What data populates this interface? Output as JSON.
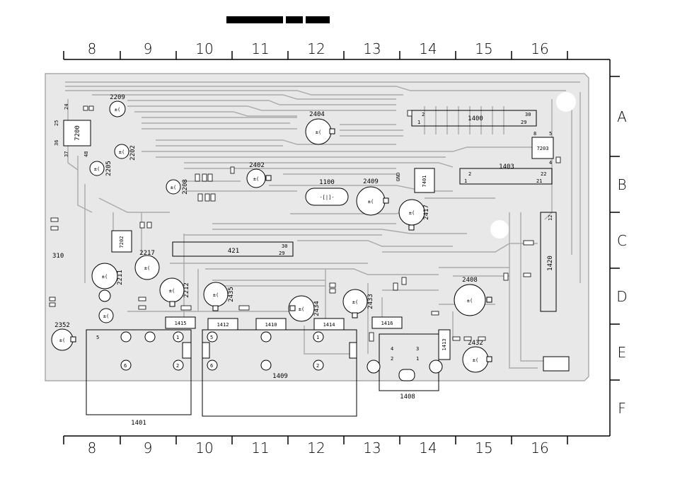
{
  "header_bars": [
    "",
    "",
    ""
  ],
  "grid": {
    "columns": [
      "8",
      "9",
      "10",
      "11",
      "12",
      "13",
      "14",
      "15",
      "16"
    ],
    "rows": [
      "A",
      "B",
      "C",
      "D",
      "E",
      "F"
    ]
  },
  "components": {
    "c2209": "2209",
    "c2202": "2202",
    "c2205": "2205",
    "c7200": "7200",
    "c2404": "2404",
    "c2402": "2402",
    "c2409": "2409",
    "c1100": "1100",
    "c2417": "2417",
    "c2208": "2208",
    "c7202": "7202",
    "c2217": "2217",
    "c2211": "2211",
    "c2212": "2212",
    "c2435": "2435",
    "c2434": "2434",
    "c2433": "2433",
    "c2408": "2408",
    "c2352": "2352",
    "c2432": "2432",
    "c7203": "7203",
    "c1400": "1400",
    "c1403": "1403",
    "c1420": "1420",
    "c421": "421",
    "c310": "310",
    "c1415": "1415",
    "c1412": "1412",
    "c1410": "1410",
    "c1414": "1414",
    "c1416": "1416",
    "c1413": "1413",
    "c1401": "1401",
    "c1409": "1409",
    "c1408": "1408",
    "c7401": "7401",
    "gnd": "GND"
  },
  "pins": {
    "p24": "24",
    "p25": "25",
    "p36": "36",
    "p37": "37",
    "p48": "48",
    "p2a": "2",
    "p1a": "1",
    "p30a": "30",
    "p29a": "29",
    "p2b": "2",
    "p1b": "1",
    "p22": "22",
    "p21": "21",
    "p8": "8",
    "p5": "5",
    "p4": "4",
    "p30c": "30",
    "p29c": "29",
    "p12": "12",
    "e5": "5",
    "e6": "6",
    "e1": "1",
    "e2": "2",
    "f5": "5",
    "f6": "6",
    "f1": "1",
    "f2": "2",
    "g4": "4",
    "g3": "3",
    "g2": "2",
    "g1": "1"
  }
}
